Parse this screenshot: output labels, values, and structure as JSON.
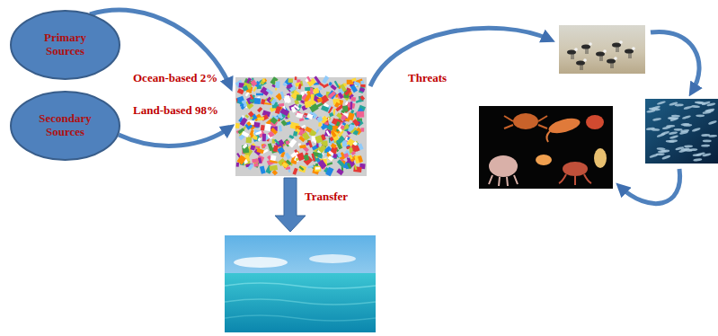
{
  "diagram": {
    "nodes": [
      {
        "text": [
          "Primary Sources"
        ]
      },
      {
        "text": [
          "Secondary Sources"
        ]
      }
    ],
    "labels": [
      "Ocean-based 2%",
      "Land-based 98%",
      "Transfer",
      "Threats"
    ]
  }
}
